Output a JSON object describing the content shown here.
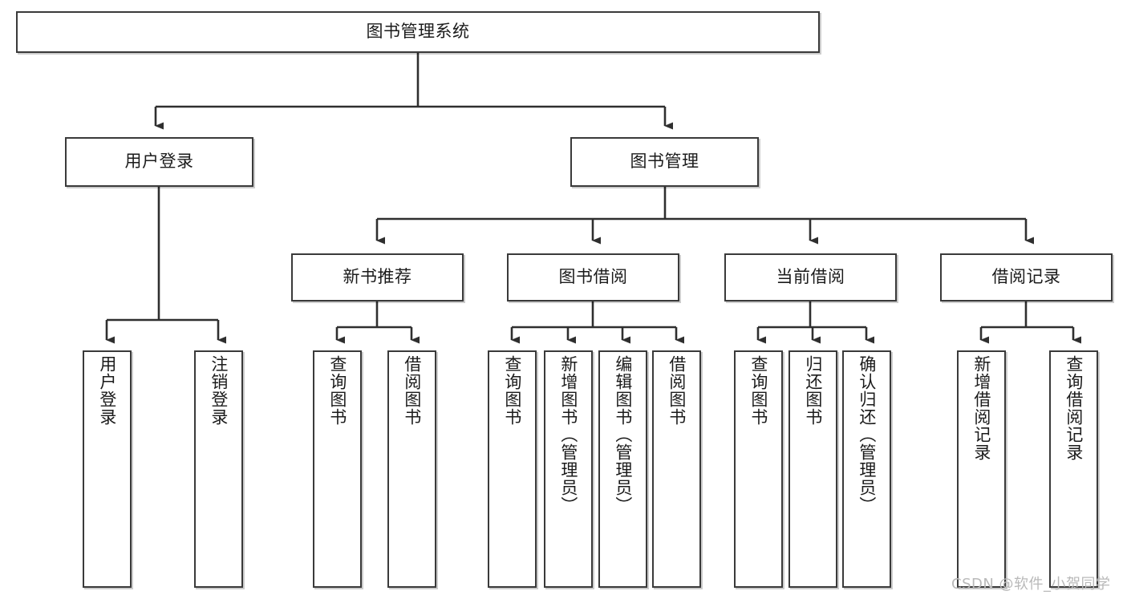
{
  "diagram": {
    "title": "图书管理系统",
    "type": "hierarchy-tree",
    "watermark": "CSDN @软件_小贺同学",
    "colors": {
      "box_border": "#3a3a3a",
      "box_fill": "#ffffff",
      "edge": "#2f2f2f",
      "text": "#1b1b1b",
      "watermark": "#b9b9b9"
    },
    "root": {
      "label": "图书管理系统"
    },
    "level2": [
      {
        "label": "用户登录"
      },
      {
        "label": "图书管理"
      }
    ],
    "level3": [
      {
        "label": "新书推荐"
      },
      {
        "label": "图书借阅"
      },
      {
        "label": "当前借阅"
      },
      {
        "label": "借阅记录"
      }
    ],
    "leaves": {
      "user_login": [
        {
          "label": "用户登录"
        },
        {
          "label": "注销登录"
        }
      ],
      "new_book_recommend": [
        {
          "label": "查询图书"
        },
        {
          "label": "借阅图书"
        }
      ],
      "book_borrow": [
        {
          "label": "查询图书"
        },
        {
          "label": "新增图书（管理员）"
        },
        {
          "label": "编辑图书（管理员）"
        },
        {
          "label": "借阅图书"
        }
      ],
      "current_borrow": [
        {
          "label": "查询图书"
        },
        {
          "label": "归还图书"
        },
        {
          "label": "确认归还（管理员）"
        }
      ],
      "borrow_record": [
        {
          "label": "新增借阅记录"
        },
        {
          "label": "查询借阅记录"
        }
      ]
    }
  }
}
